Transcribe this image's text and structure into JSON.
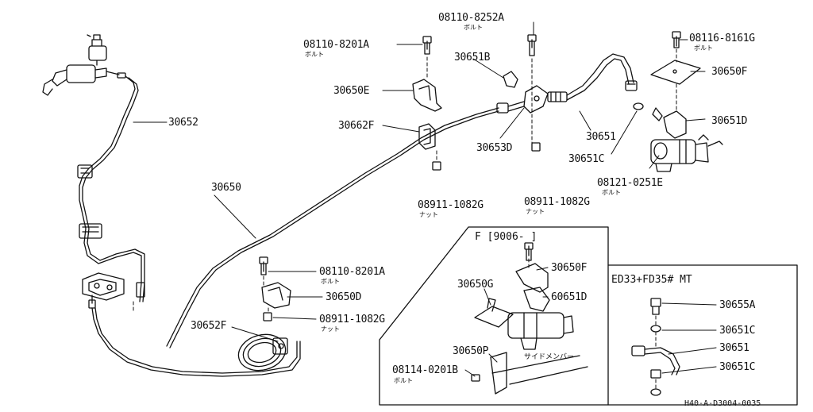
{
  "diagram": {
    "sheet_code": "H40-A-D3004-0035",
    "inset_f_header": "F [9006-     ]",
    "inset_ed_header": "ED33+FD35# MT",
    "japanese": {
      "bolt": "ボルト",
      "nut": "ナット",
      "side_member": "サイドメンバー"
    },
    "parts": {
      "p30652": "30652",
      "p30650": "30650",
      "p30650E": "30650E",
      "p30662F": "30662F",
      "p08110_8201A_top": "08110-8201A",
      "p08110_8252A": "08110-8252A",
      "p30651B": "30651B",
      "p30653D": "30653D",
      "p08911_1082G_a": "08911-1082G",
      "p08911_1082G_b": "08911-1082G",
      "p08116_8161G": "08116-8161G",
      "p30650F_top": "30650F",
      "p30651D_top": "30651D",
      "p30651": "30651",
      "p30651C": "30651C",
      "p08121_0251E": "08121-0251E",
      "p08110_8201A_mid": "08110-8201A",
      "p30650D": "30650D",
      "p08911_1082G_c": "08911-1082G",
      "p30652F": "30652F",
      "f_30650F": "30650F",
      "f_30650G": "30650G",
      "f_60651D": "60651D",
      "f_30650P": "30650P",
      "f_08114_0201B": "08114-0201B",
      "ed_30655A": "30655A",
      "ed_30651C_a": "30651C",
      "ed_30651": "30651",
      "ed_30651C_b": "30651C"
    }
  }
}
